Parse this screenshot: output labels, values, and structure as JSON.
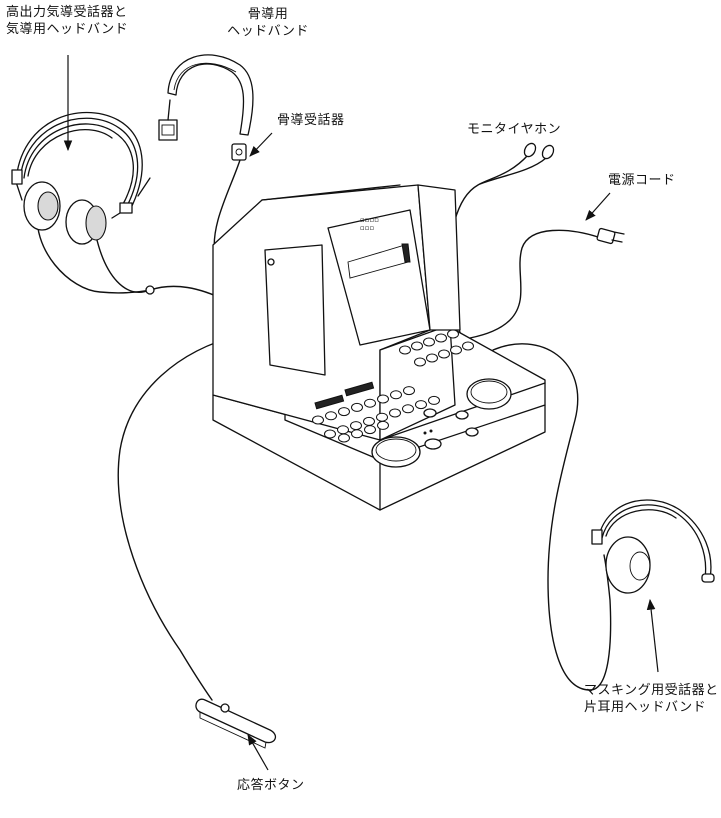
{
  "labels": {
    "air_conduction": [
      "高出力気導受話器と",
      "気導用ヘッドバンド"
    ],
    "bone_headband": [
      "骨導用",
      "ヘッドバンド"
    ],
    "bone_receiver": "骨導受話器",
    "monitor_earphone": "モニタイヤホン",
    "power_cord": "電源コード",
    "masking": [
      "マスキング用受話器と",
      "片耳用ヘッドバンド"
    ],
    "response_button": "応答ボタン"
  },
  "icons": {
    "audiometer": "audiometer-unit-icon",
    "air_headset": "stereo-headphones-icon",
    "bone_headset": "bone-conduction-headband-icon",
    "monitor": "earphones-icon",
    "plug": "power-plug-icon",
    "mask_headset": "single-ear-headphone-icon",
    "button": "response-button-icon"
  }
}
